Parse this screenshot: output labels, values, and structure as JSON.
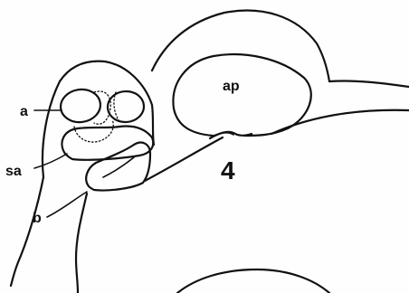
{
  "labels": {
    "a": "a",
    "sa": "sa",
    "b": "b",
    "ap": "ap",
    "figure_number": "4"
  },
  "colors": {
    "ink": "#111111",
    "paper": "#fefefe"
  }
}
